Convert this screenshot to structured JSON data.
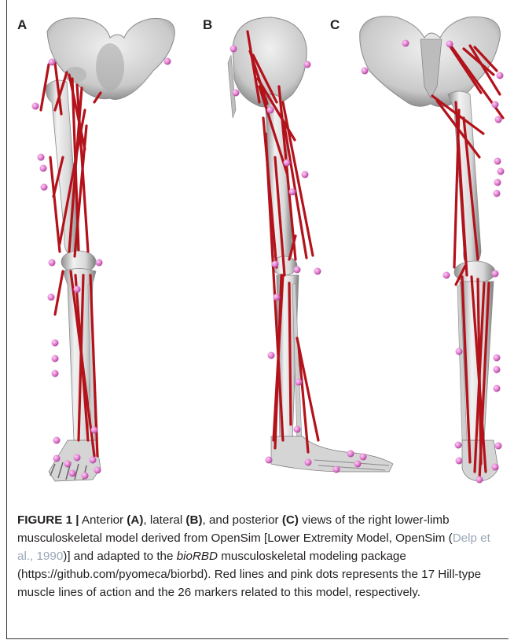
{
  "figure": {
    "panels": [
      {
        "letter": "A",
        "view": "anterior"
      },
      {
        "letter": "B",
        "view": "lateral"
      },
      {
        "letter": "C",
        "view": "posterior"
      }
    ],
    "colors": {
      "muscle": "#b3121b",
      "marker": "#e27ad0",
      "bone": "#e6e6e6",
      "bone_shade": "#9a9a9a"
    }
  },
  "caption": {
    "label": "FIGURE 1 |",
    "t1": " Anterior ",
    "pA": "(A)",
    "t2": ", lateral ",
    "pB": "(B)",
    "t3": ", and posterior ",
    "pC": "(C)",
    "t4": " views of the right lower-limb musculoskeletal model derived from OpenSim [Lower Extremity Model, OpenSim (",
    "ref": "Delp et al., 1990",
    "t5": ")] and adapted to the ",
    "pkg": "bioRBD",
    "t6": " musculoskeletal modeling package (https://github.com/pyomeca/biorbd). Red lines and pink dots represents the 17 Hill-type muscle lines of action and the 26 markers related to this model, respectively."
  }
}
